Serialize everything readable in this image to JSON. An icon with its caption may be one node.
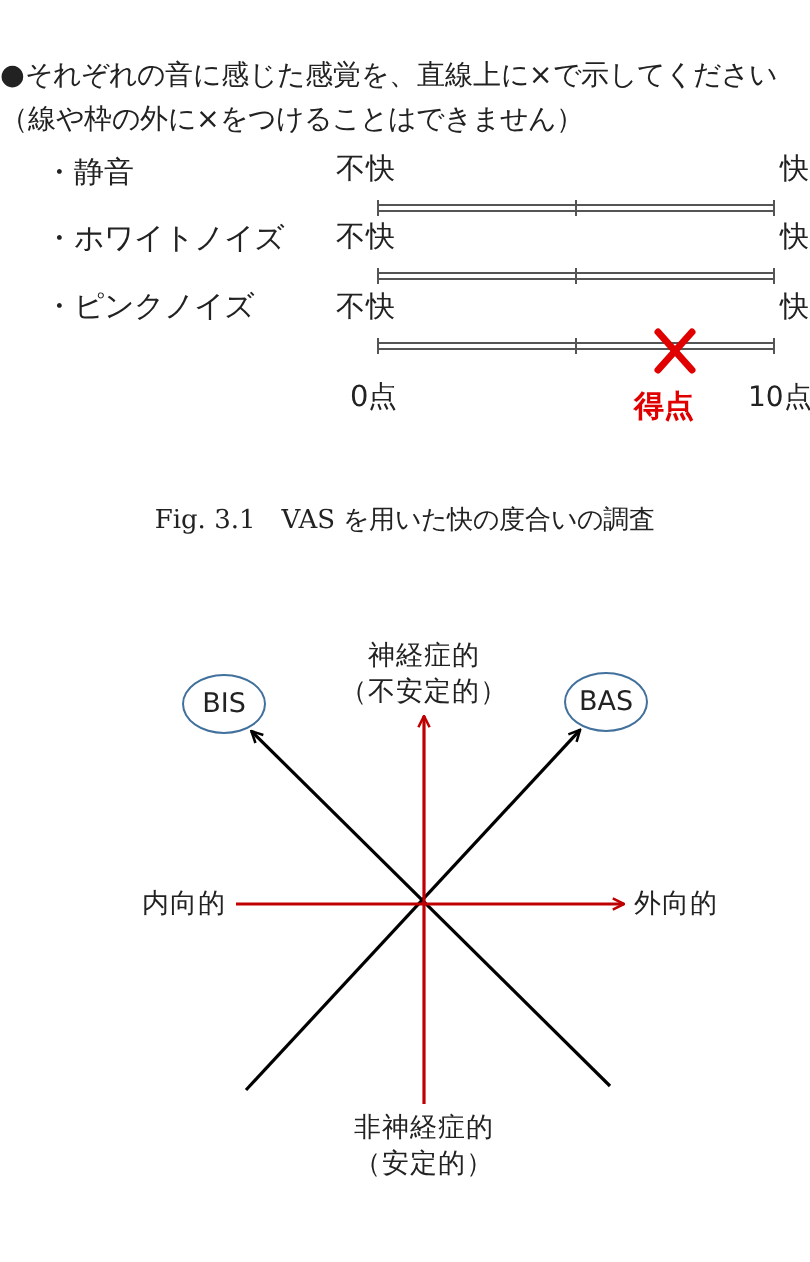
{
  "diagram": {
    "caption": "Fig. 3.1　VAS を用いた快の度合いの調査",
    "nodes": [
      {
        "text": [
          "BIS"
        ]
      },
      {
        "text": [
          "BAS"
        ]
      },
      {
        "text": [
          "神経症的（不安定的）"
        ]
      },
      {
        "text": [
          "非神経症的（安定的）"
        ]
      },
      {
        "text": [
          "内向的"
        ]
      },
      {
        "text": [
          "外向的"
        ]
      }
    ],
    "edges": [
      {
        "from": null,
        "to": 0,
        "arrow": "to"
      },
      {
        "from": null,
        "to": 1,
        "arrow": "to"
      },
      {
        "from": 3,
        "to": 2,
        "arrow": "to",
        "color": "#c00000"
      },
      {
        "from": 4,
        "to": 5,
        "arrow": "to",
        "color": "#c00000"
      }
    ],
    "labels": [
      "●それぞれの音に感じた感覚を、直線上に×で示してください",
      "（線や枠の外に×をつけることはできません）",
      "・静音",
      "不快",
      "快",
      "・ホワイトノイズ",
      "不快",
      "快",
      "・ピンクノイズ",
      "不快",
      "快",
      "0点",
      "得点",
      "10点"
    ]
  }
}
